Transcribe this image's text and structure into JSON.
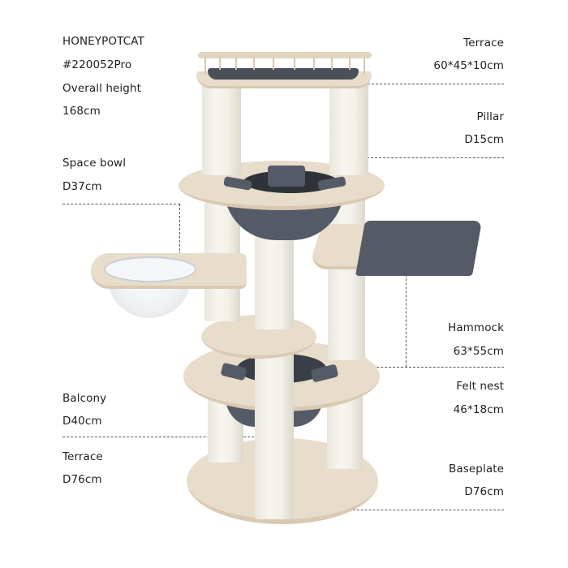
{
  "product": {
    "brand": "HONEYPOTCAT",
    "model": "#220052Pro",
    "overall_label": "Overall height",
    "overall_value": "168cm"
  },
  "callouts": {
    "left": [
      {
        "name": "Space bowl",
        "value": "D37cm"
      },
      {
        "name": "Balcony",
        "value": "D40cm"
      },
      {
        "name": "Terrace",
        "value": "D76cm"
      }
    ],
    "right": [
      {
        "name": "Terrace",
        "value": "60*45*10cm"
      },
      {
        "name": "Pillar",
        "value": "D15cm"
      },
      {
        "name": "Hammock",
        "value": "63*55cm"
      },
      {
        "name": "Felt nest",
        "value": "46*18cm"
      },
      {
        "name": "Baseplate",
        "value": "D76cm"
      }
    ]
  },
  "colors": {
    "wood": "#e8dccb",
    "felt": "#555b66",
    "sisal": "#f3f1ea",
    "text": "#1e1e1e",
    "leader": "#555555"
  }
}
